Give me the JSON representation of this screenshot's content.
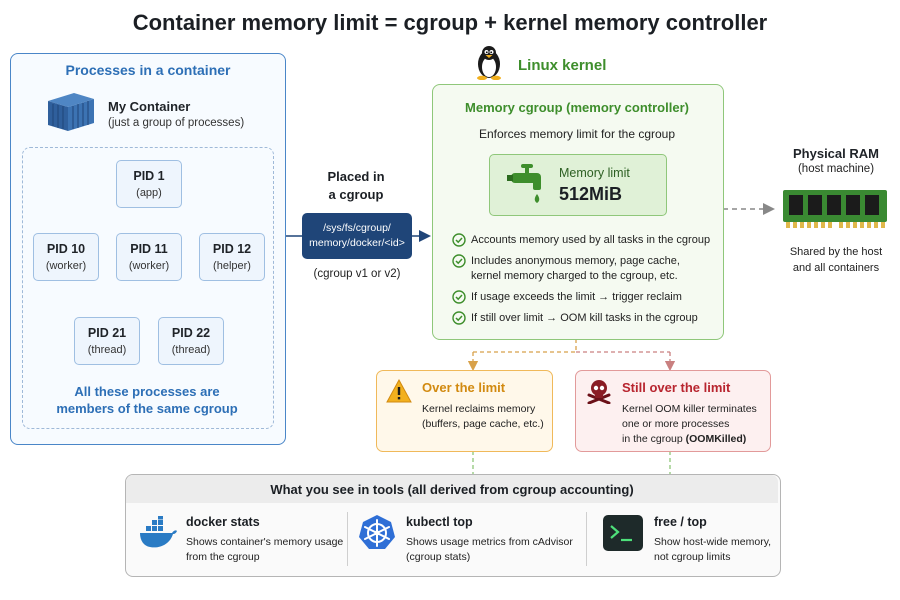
{
  "title": "Container memory limit = cgroup + kernel memory controller",
  "left_panel": {
    "heading": "Processes in a container",
    "container_name": "My Container",
    "container_desc": "(just a group of processes)",
    "processes": [
      {
        "pid": "PID 1",
        "role": "(app)"
      },
      {
        "pid": "PID 10",
        "role": "(worker)"
      },
      {
        "pid": "PID 11",
        "role": "(worker)"
      },
      {
        "pid": "PID 12",
        "role": "(helper)"
      },
      {
        "pid": "PID 21",
        "role": "(thread)"
      },
      {
        "pid": "PID 22",
        "role": "(thread)"
      }
    ],
    "footer_line1": "All these processes are",
    "footer_line2": "members of the same cgroup"
  },
  "placement": {
    "label_line1": "Placed in",
    "label_line2": "a cgroup",
    "path_line1": "/sys/fs/cgroup/",
    "path_line2": "memory/docker/<id>",
    "version_note": "(cgroup v1 or v2)"
  },
  "kernel": {
    "label": "Linux kernel",
    "cgroup_title": "Memory cgroup (memory controller)",
    "cgroup_subtitle": "Enforces memory limit for the cgroup",
    "limit_label": "Memory limit",
    "limit_value": "512MiB",
    "bullets": [
      [
        "Accounts memory used by all tasks in the cgroup"
      ],
      [
        "Includes anonymous memory, page cache,",
        "kernel memory charged to the cgroup, etc."
      ],
      [
        "If usage exceeds the limit → trigger reclaim"
      ],
      [
        "If still over limit → OOM kill tasks in the cgroup"
      ]
    ]
  },
  "ram": {
    "title": "Physical RAM",
    "subtitle": "(host machine)",
    "footer_line1": "Shared by the host",
    "footer_line2": "and all containers"
  },
  "over_limit": {
    "title": "Over the limit",
    "line1": "Kernel reclaims memory",
    "line2": "(buffers, page cache, etc.)"
  },
  "still_over": {
    "title": "Still over the limit",
    "line1": "Kernel OOM killer terminates",
    "line2": "one or more processes",
    "line3_prefix": "in the cgroup ",
    "line3_bold": "(OOMKilled)"
  },
  "tools": {
    "title": "What you see in tools (all derived from cgroup accounting)",
    "items": [
      {
        "name": "docker stats",
        "icon": "docker-whale-icon",
        "line1": "Shows container's memory usage",
        "line2": "from the cgroup"
      },
      {
        "name": "kubectl top",
        "icon": "kubernetes-helm-icon",
        "line1": "Shows usage metrics from cAdvisor",
        "line2": "(cgroup stats)"
      },
      {
        "name": "free / top",
        "icon": "terminal-icon",
        "line1": "Show host-wide memory,",
        "line2": "not cgroup limits"
      }
    ]
  },
  "colors": {
    "blue_accent": "#2d6fb6",
    "green_accent": "#3e8e2c",
    "orange_accent": "#d28a10",
    "red_accent": "#b8252f",
    "path_box": "#1f4578"
  }
}
